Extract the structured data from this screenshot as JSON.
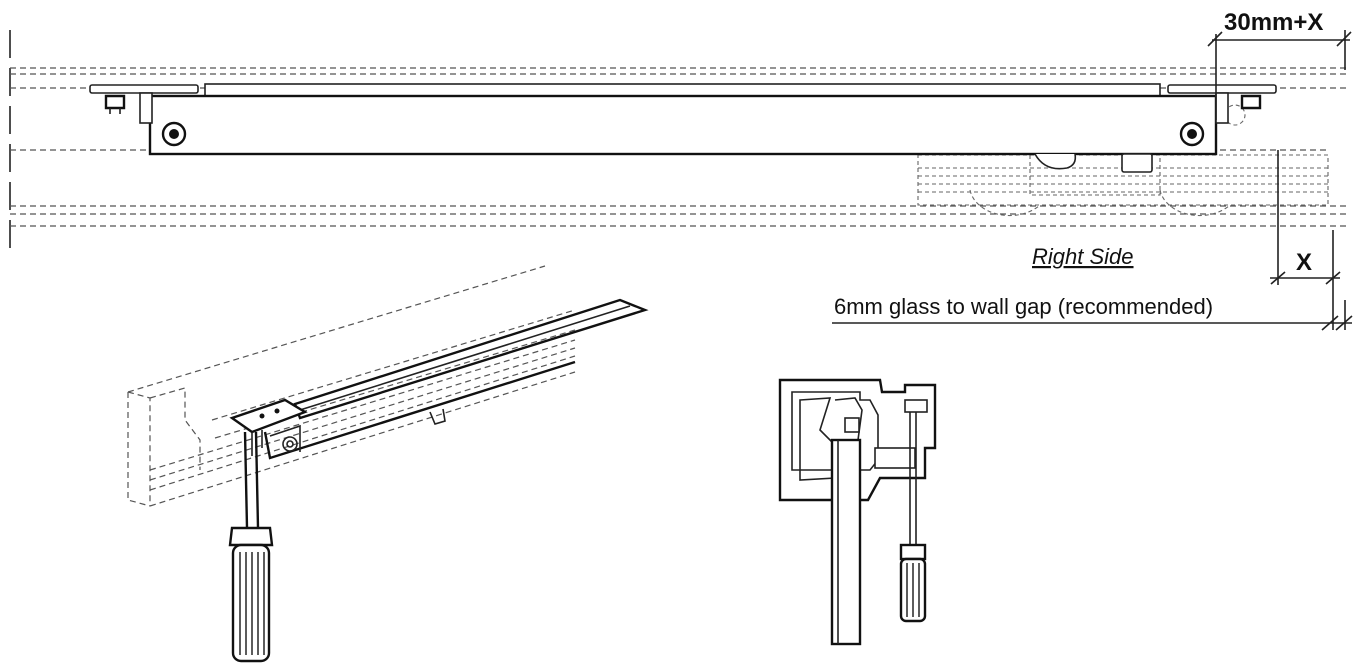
{
  "labels": {
    "dimension_top": "30mm+X",
    "dimension_x": "X",
    "side_caption": "Right Side",
    "gap_note": "6mm glass to wall gap (recommended)"
  },
  "colors": {
    "line": "#222222",
    "dashed": "#555555",
    "background": "#ffffff"
  }
}
